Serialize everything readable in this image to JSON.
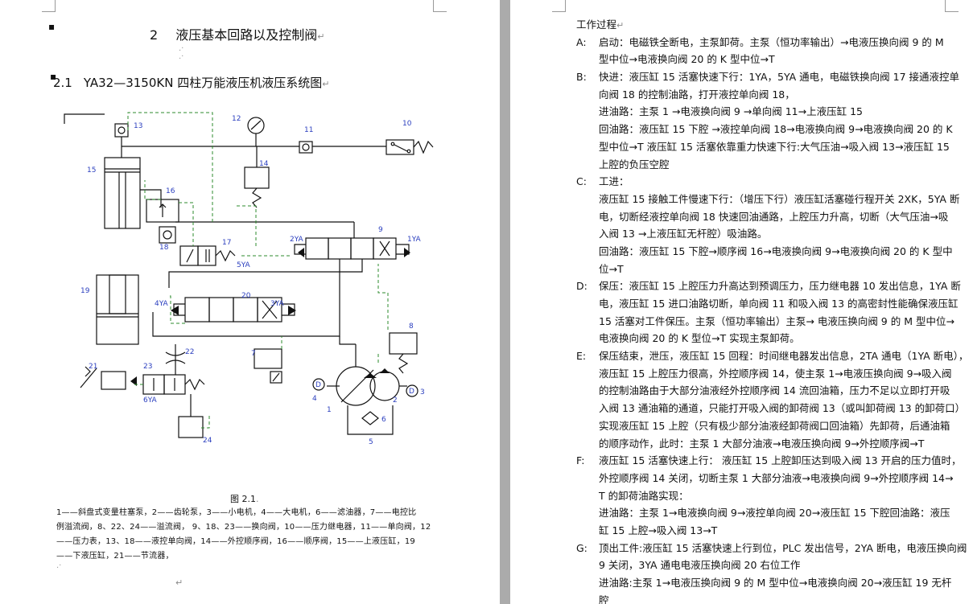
{
  "left_page": {
    "heading": {
      "number": "2",
      "title": "液压基本回路以及控制阀"
    },
    "subheading": {
      "number": "2.1",
      "title": "YA32—3150KN 四柱万能液压机液压系统图"
    },
    "diagram_labels": {
      "n1": "1",
      "n2": "2",
      "n3": "3",
      "n4": "4",
      "n5": "5",
      "n6": "6",
      "n7": "7",
      "n8": "8",
      "n9": "9",
      "n10": "10",
      "n11": "11",
      "n12": "12",
      "n13": "13",
      "n14": "14",
      "n15": "15",
      "n16": "16",
      "n17": "17",
      "n18": "18",
      "n19": "19",
      "n20": "20",
      "n21": "21",
      "n22": "22",
      "n23": "23",
      "n24": "24",
      "sol_1ya": "1YA",
      "sol_2ya": "2YA",
      "sol_3ya": "3YA",
      "sol_4ya": "4YA",
      "sol_5ya": "5YA",
      "sol_6ya": "6YA",
      "motor_d": "D"
    },
    "figure_caption": "图 2.1",
    "legend_lines": [
      "1——斜盘式变量柱塞泵，2——齿轮泵，3——小电机，4——大电机，6——滤油器，7——电控比",
      "例溢流阀，8、22、24——溢流阀，  9、18、23——换向阀，10——压力继电器，11——单向阀，12",
      "——压力表，13、18——液控单向阀，14——外控顺序阀，16——顺序阀，15——上液压缸，19",
      "——下液压缸，21——节流器，"
    ]
  },
  "right_page": {
    "title": "工作过程",
    "lines": [
      {
        "label": "A:",
        "text": "启动：电磁铁全断电，主泵卸荷。主泵（恒功率输出）→电液压换向阀 9 的 M"
      },
      {
        "label": "",
        "text": "型中位→电液换向阀 20 的 K 型中位→T"
      },
      {
        "label": "B:",
        "text": "快进：液压缸 15 活塞快速下行：1YA，5YA 通电，电磁铁换向阀 17 接通液控单"
      },
      {
        "label": "",
        "text": "向阀 18 的控制油路，打开液控单向阀 18，"
      },
      {
        "label": "",
        "text": "进油路：主泵 1 →电液换向阀 9 →单向阀 11→上液压缸 15"
      },
      {
        "label": "",
        "text": "回油路：液压缸 15 下腔 →液控单向阀 18→电液换向阀 9→电液换向阀 20 的 K"
      },
      {
        "label": "",
        "text": "型中位→T 液压缸 15 活塞依靠重力快速下行:大气压油→吸入阀 13→液压缸 15"
      },
      {
        "label": "",
        "text": "上腔的负压空腔"
      },
      {
        "label": "C:",
        "text": "工进："
      },
      {
        "label": "",
        "text": "液压缸 15 接触工件慢速下行：（增压下行）液压缸活塞碰行程开关 2XK，5YA 断"
      },
      {
        "label": "",
        "text": "电，切断经液控单向阀 18 快速回油通路，上腔压力升高，切断（大气压油→吸"
      },
      {
        "label": "",
        "text": "入阀 13        →上液压缸无杆腔）吸油路。"
      },
      {
        "label": "",
        "text": "回油路：液压缸 15 下腔→顺序阀 16→电液换向阀 9→电液换向阀 20 的 K 型中"
      },
      {
        "label": "",
        "text": "位→T"
      },
      {
        "label": "D:",
        "text": "保压：液压缸 15 上腔压力升高达到预调压力，压力继电器 10 发出信息，1YA 断"
      },
      {
        "label": "",
        "text": "电，液压缸 15 进口油路切断，单向阀 11 和吸入阀 13 的高密封性能确保液压缸"
      },
      {
        "label": "",
        "text": "15 活塞对工件保压。主泵（恒功率输出）主泵→ 电液压换向阀 9 的 M 型中位→"
      },
      {
        "label": "",
        "text": "电液换向阀 20 的 K 型位→T 实现主泵卸荷。"
      },
      {
        "label": "E:",
        "text": "保压结束，泄压，液压缸 15 回程：时间继电器发出信息，2TA 通电（1YA 断电），"
      },
      {
        "label": "",
        "text": "液压缸 15 上腔压力很高，外控顺序阀 14，使主泵 1→电液压换向阀 9→吸入阀"
      },
      {
        "label": "",
        "text": "的控制油路由于大部分油液经外控顺序阀 14 流回油箱，压力不足以立即打开吸"
      },
      {
        "label": "",
        "text": "入阀 13 通油箱的通道，只能打开吸入阀的卸荷阀 13（或叫卸荷阀 13 的卸荷口）"
      },
      {
        "label": "",
        "text": "实现液压缸 15 上腔（只有极少部分油液经卸荷阀口回油箱）先卸荷，后通油箱"
      },
      {
        "label": "",
        "text": "的顺序动作，此时：主泵 1 大部分油液→电液压换向阀 9→外控顺序阀→T"
      },
      {
        "label": "F:",
        "text": "液压缸 15 活塞快速上行：  液压缸 15 上腔卸压达到吸入阀 13 开启的压力值时，"
      },
      {
        "label": "",
        "text": "外控顺序阀 14 关闭，切断主泵 1 大部分油液→电液换向阀 9→外控顺序阀 14→"
      },
      {
        "label": "",
        "text": "T 的卸荷油路实现："
      },
      {
        "label": "",
        "text": "进油路：主泵 1→电液换向阀 9→液控单向阀 20→液压缸 15 下腔回油路：液压"
      },
      {
        "label": "",
        "text": "缸 15 上腔→吸入阀 13→T"
      },
      {
        "label": "G:",
        "text": "顶出工件:液压缸 15 活塞快速上行到位，PLC 发出信号，2YA 断电，电液压换向阀"
      },
      {
        "label": "",
        "text": "9 关闭，3YA 通电电液压换向阀 20 右位工作"
      },
      {
        "label": "",
        "text": "进油路:主泵 1→电液压换向阀 9 的 M 型中位→电液换向阀 20→液压缸 19 无杆"
      },
      {
        "label": "",
        "text": "腔"
      }
    ]
  }
}
